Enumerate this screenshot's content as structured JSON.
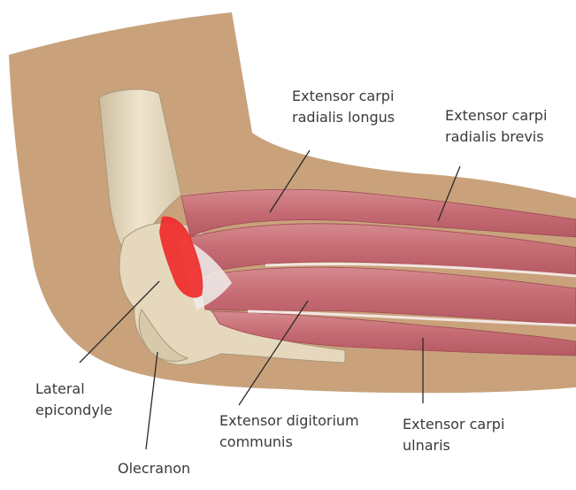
{
  "labels": {
    "ecrl": [
      "Extensor carpi",
      "radialis longus"
    ],
    "ecrb": [
      "Extensor carpi",
      "radialis brevis"
    ],
    "lateral_epicondyle": [
      "Lateral",
      "epicondyle"
    ],
    "edc": [
      "Extensor digitorium",
      "communis"
    ],
    "ecu": [
      "Extensor carpi",
      "ulnaris"
    ],
    "olecranon": [
      "Olecranon"
    ]
  },
  "colors": {
    "skin": "#c9a27c",
    "bone": "#e8dcc4",
    "muscle": "#c8737a",
    "inflammation": "#ef2b2b"
  }
}
